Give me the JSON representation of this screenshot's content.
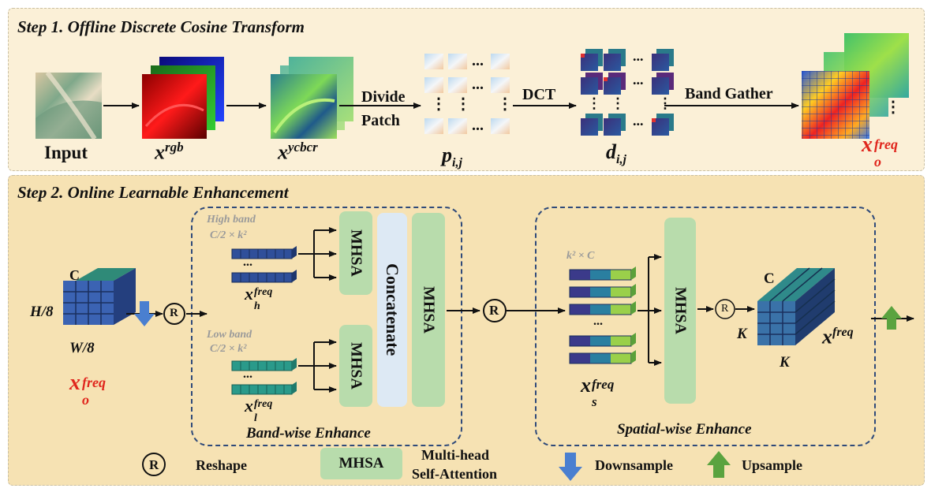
{
  "step1": {
    "title": "Step 1. Offline Discrete Cosine Transform",
    "input_label": "Input",
    "xrgb_base": "x",
    "xrgb_sup": "rgb",
    "xycbcr_base": "x",
    "xycbcr_sup": "ycbcr",
    "divide_label": "Divide",
    "patch_label": "Patch",
    "p_base": "p",
    "p_sub": "i,j",
    "dct_label": "DCT",
    "d_base": "d",
    "d_sub": "i,j",
    "band_gather_label": "Band Gather",
    "xo_base": "x",
    "xo_sup": "freq",
    "xo_sub": "o"
  },
  "step2": {
    "title": "Step 2. Online Learnable Enhancement",
    "dim_c": "C",
    "dim_h8": "H/8",
    "dim_w8": "W/8",
    "xo_base": "x",
    "xo_sup": "freq",
    "xo_sub": "o",
    "high_band": "High band",
    "high_dim": "C/2 × k²",
    "low_band": "Low band",
    "low_dim": "C/2 × k²",
    "xh_base": "x",
    "xh_sup": "freq",
    "xh_sub": "h",
    "xl_base": "x",
    "xl_sup": "freq",
    "xl_sub": "l",
    "mhsa": "MHSA",
    "concatenate": "Concatenate",
    "band_wise": "Band-wise Enhance",
    "spatial_dim": "k² × C",
    "xs_base": "x",
    "xs_sup": "freq",
    "xs_sub": "s",
    "spatial_wise": "Spatial-wise Enhance",
    "out_c": "C",
    "out_k1": "K",
    "out_k2": "K",
    "xf_base": "x",
    "xf_sup": "freq",
    "reshape_symbol": "R",
    "ellipsis": "...",
    "vellipsis": "⋮"
  },
  "legend": {
    "reshape_symbol": "R",
    "reshape": "Reshape",
    "mhsa": "MHSA",
    "mhsa_desc_1": "Multi-head",
    "mhsa_desc_2": "Self-Attention",
    "downsample": "Downsample",
    "upsample": "Upsample"
  },
  "colors": {
    "panel1_bg": "#fbf0d7",
    "panel2_bg": "#f6e2b3",
    "mhsa_green": "#b8dcac",
    "concat_blue": "#dde9f4",
    "dash_blue": "#2f4a7a",
    "down_arrow": "#4a7fd0",
    "up_arrow": "#5aa33f",
    "freq_red": "#e0261d"
  }
}
